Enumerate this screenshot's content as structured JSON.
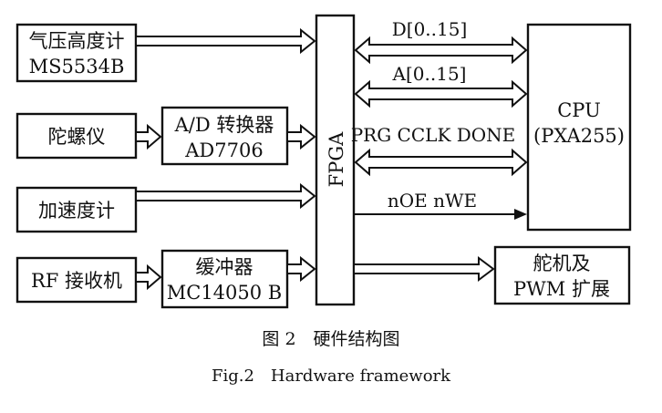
{
  "blocks": {
    "barometer": {
      "line1": "气压高度计",
      "line2": "MS5534B"
    },
    "gyro": {
      "line1": "陀螺仪"
    },
    "adc": {
      "line1": "A/D 转换器",
      "line2": "AD7706"
    },
    "accelerometer": {
      "line1": "加速度计"
    },
    "rf_receiver": {
      "line1": "RF 接收机"
    },
    "buffer": {
      "line1": "缓冲器",
      "line2": "MC14050 B"
    },
    "fpga": {
      "line1": "FPGA"
    },
    "cpu": {
      "line1": "CPU",
      "line2": "(PXA255)"
    },
    "servo": {
      "line1": "舵机及",
      "line2": "PWM 扩展"
    }
  },
  "buses": {
    "data": "D[0..15]",
    "address": "A[0..15]",
    "config": "PRG CCLK DONE",
    "control": "nOE nWE"
  },
  "caption": {
    "cn": "图 2　硬件结构图",
    "en": "Fig.2　Hardware framework"
  }
}
